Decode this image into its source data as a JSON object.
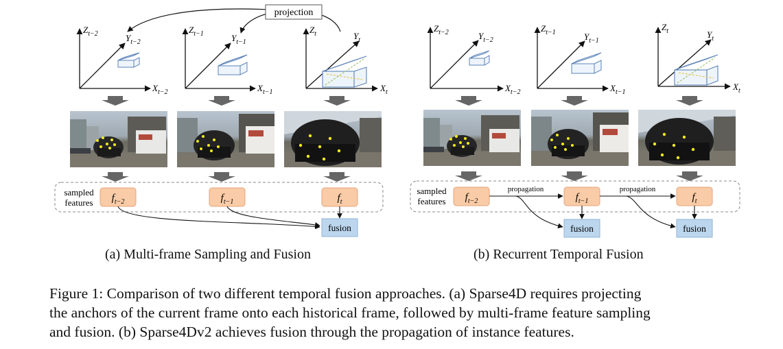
{
  "panel_a": {
    "projection_label": "projection",
    "frames": [
      {
        "z": "Z",
        "y": "Y",
        "x": "X",
        "sub": "t−2"
      },
      {
        "z": "Z",
        "y": "Y",
        "x": "X",
        "sub": "t−1"
      },
      {
        "z": "Z",
        "y": "Y",
        "x": "X",
        "sub": "t"
      }
    ],
    "sampled_label_line1": "sampled",
    "sampled_label_line2": "features",
    "features": [
      {
        "f": "f",
        "sub": "t−2"
      },
      {
        "f": "f",
        "sub": "t−1"
      },
      {
        "f": "f",
        "sub": "t"
      }
    ],
    "fusion_label": "fusion",
    "caption": "(a)  Multi-frame Sampling and Fusion"
  },
  "panel_b": {
    "frames": [
      {
        "z": "Z",
        "y": "Y",
        "x": "X",
        "sub": "t−2"
      },
      {
        "z": "Z",
        "y": "Y",
        "x": "X",
        "sub": "t−1"
      },
      {
        "z": "Z",
        "y": "Y",
        "x": "X",
        "sub": "t"
      }
    ],
    "sampled_label_line1": "sampled",
    "sampled_label_line2": "features",
    "features": [
      {
        "f": "f",
        "sub": "t−2"
      },
      {
        "f": "f",
        "sub": "t−1"
      },
      {
        "f": "f",
        "sub": "t"
      }
    ],
    "propagation_labels": [
      "propagation",
      "propagation"
    ],
    "fusion_labels": [
      "fusion",
      "fusion"
    ],
    "caption": "(b)  Recurrent Temporal Fusion"
  },
  "figure_caption": {
    "line1": "Figure 1: Comparison of two different temporal fusion approaches. (a) Sparse4D requires projecting",
    "line2": "the anchors of the current frame onto each historical frame, followed by multi-frame feature sampling",
    "line3": "and fusion. (b) Sparse4Dv2 achieves fusion through the propagation of instance features."
  },
  "colors": {
    "feature_box": "#f9cba6",
    "feature_border": "#e6a57c",
    "fusion_box": "#bcd6ee",
    "fusion_border": "#8fb3d6",
    "down_arrow": "#666666",
    "anchor_box": "#5b83b8",
    "keypoint": "#f4ee1c"
  },
  "icons": [
    "down-arrow-icon",
    "camera-image",
    "anchor-box-icon"
  ]
}
